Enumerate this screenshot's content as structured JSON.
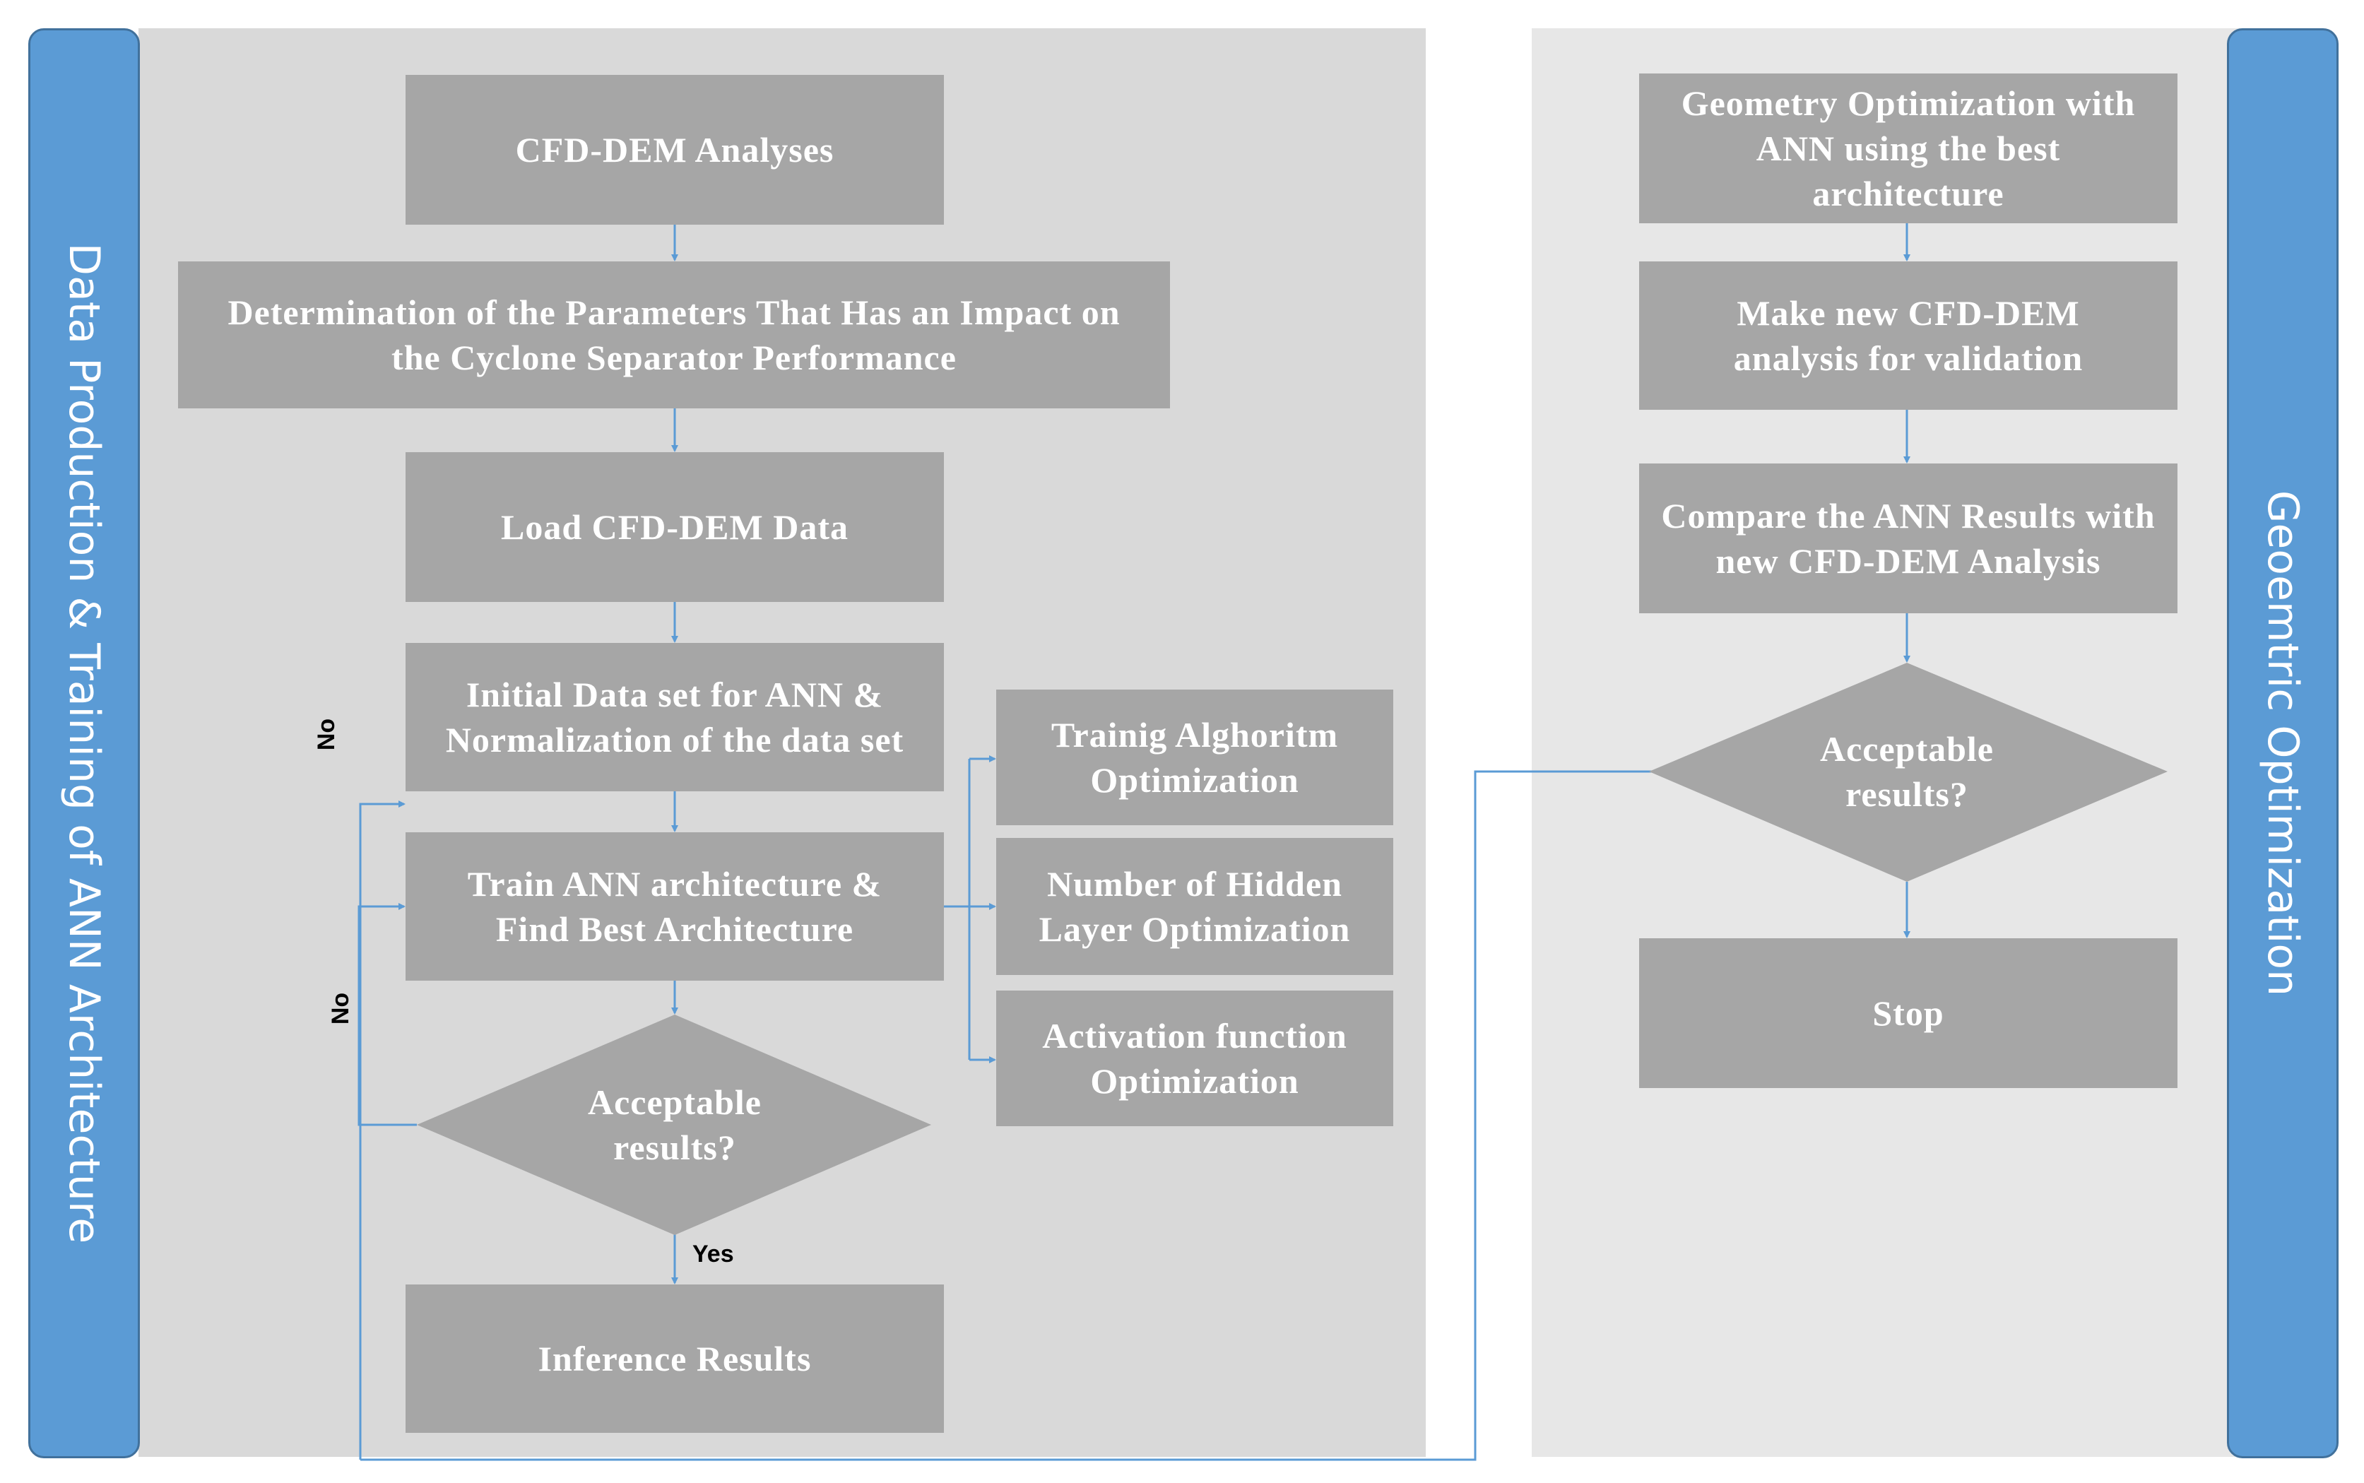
{
  "left_bar": {
    "label": "Data Production & Training of ANN Architecture"
  },
  "right_bar": {
    "label": "Geoemtric Optimization"
  },
  "boxes": {
    "cfd_dem_analyses": "CFD-DEM Analyses",
    "determination": "Determination of the Parameters That Has an Impact on the Cyclone Separator Performance",
    "load_data": "Load CFD-DEM Data",
    "initial_data": "Initial Data set for ANN & Normalization of the data set",
    "train_ann": "Train ANN architecture & Find Best Architecture",
    "training_algorithm": "Trainig Alghoritm Optimization",
    "hidden_layer": "Number of Hidden Layer Optimization",
    "activation_function": "Activation function Optimization",
    "inference_results": "Inference Results",
    "geometry_optimization": "Geometry Optimization with ANN using the best architecture",
    "new_cfd_dem": "Make new CFD-DEM analysis for validation",
    "compare_results": "Compare the ANN Results with new CFD-DEM Analysis",
    "stop": "Stop"
  },
  "decisions": {
    "left_acceptable": "Acceptable results?",
    "right_acceptable": "Acceptable results?"
  },
  "edge_labels": {
    "no_upper": "No",
    "no_lower": "No",
    "yes": "Yes"
  },
  "colors": {
    "box_fill": "#a6a6a6",
    "side_bar": "#5b9bd5",
    "connector": "#5b9bd5",
    "left_panel": "#d9d9d9",
    "right_panel": "#e7e7e7"
  }
}
